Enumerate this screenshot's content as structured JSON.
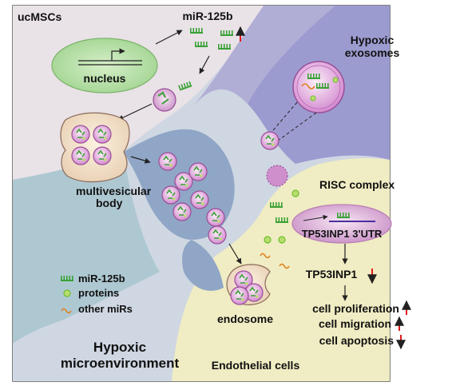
{
  "regions": {
    "source_cell": "ucMSCs",
    "microenvironment_line1": "Hypoxic",
    "microenvironment_line2": "microenvironment",
    "target_cell": "Endothelial cells"
  },
  "labels": {
    "mirna_top": "miR-125b",
    "nucleus": "nucleus",
    "exosomes_line1": "Hypoxic",
    "exosomes_line2": "exosomes",
    "mvb_line1": "multivesicular",
    "mvb_line2": "body",
    "risc": "RISC complex",
    "utr": "TP53INP1 3'UTR",
    "tp53inp1": "TP53INP1",
    "endosome": "endosome",
    "effect_1": "cell proliferation",
    "effect_2": "cell migration",
    "effect_3": "cell apoptosis"
  },
  "legend": {
    "item_1": "miR-125b",
    "item_2": "proteins",
    "item_3": "other miRs"
  },
  "colors": {
    "up_arrow": "#e41a1c",
    "down_arrow": "#e41a1c",
    "mirna_green": "#3aa136",
    "protein_green": "#6cbf2a"
  }
}
